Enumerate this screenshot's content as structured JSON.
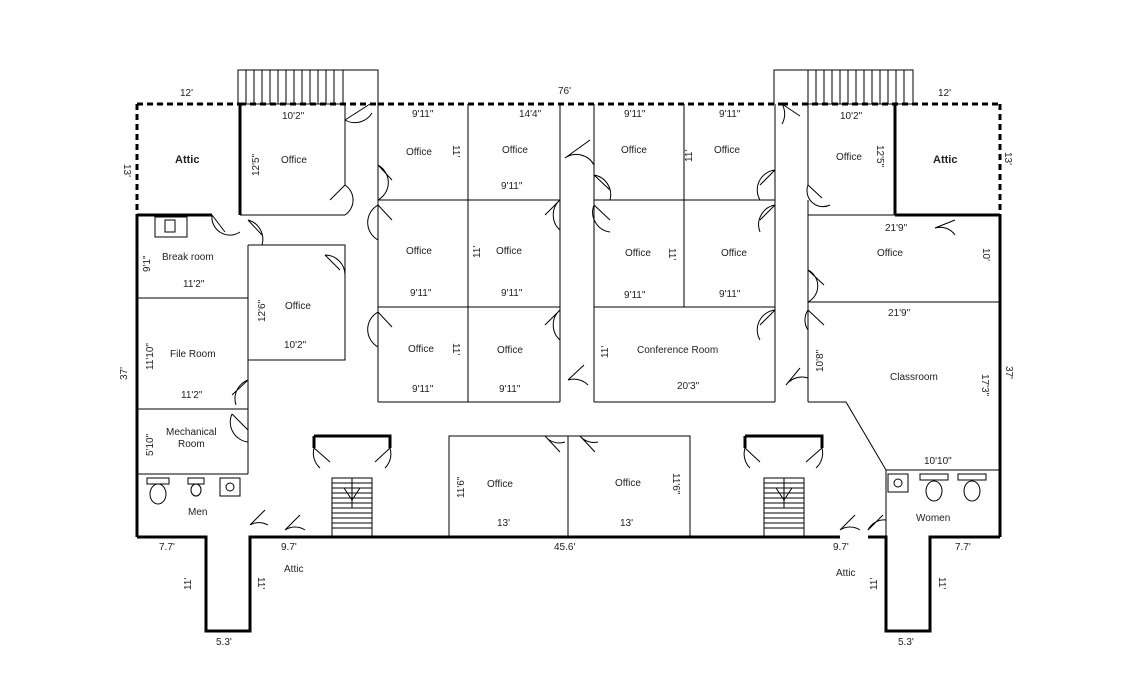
{
  "rooms": {
    "attic_left": "Attic",
    "attic_right": "Attic",
    "office_nw": "Office",
    "office_ne": "Office",
    "office_a1": "Office",
    "office_b1": "Office",
    "office_c1": "Office",
    "office_d1": "Office",
    "office_a2": "Office",
    "office_b2": "Office",
    "office_c2": "Office",
    "office_d2": "Office",
    "office_a3": "Office",
    "office_b3": "Office",
    "conference": "Conference Room",
    "office_east": "Office",
    "classroom": "Classroom",
    "break_room": "Break room",
    "office_west": "Office",
    "file_room": "File Room",
    "mechanical": "Mechanical\nRoom",
    "men": "Men",
    "women": "Women",
    "office_s1": "Office",
    "office_s2": "Office",
    "attic_sw": "Attic",
    "attic_se": "Attic"
  },
  "dims": {
    "top_overall": "76'",
    "left_overall": "37'",
    "right_overall": "37'",
    "attic_left_w": "12'",
    "attic_right_w": "12'",
    "attic_left_h": "13'",
    "attic_right_h": "13'",
    "office_nw_w": "10'2\"",
    "office_nw_h": "12'5\"",
    "office_ne_w": "10'2\"",
    "office_ne_h": "12'5\"",
    "a1_w": "9'11\"",
    "a1_h": "11'",
    "b1_w": "14'4\"",
    "b1_h": "9'11\"",
    "c1_w": "9'11\"",
    "c1_h": "11'",
    "d1_w": "9'11\"",
    "a2_b": "9'11\"",
    "b2_h": "11'",
    "b2_b": "9'11\"",
    "c2_b": "9'11\"",
    "c2_h": "11'",
    "d2_b": "9'11\"",
    "a3_h": "11'",
    "a3_b": "9'11\"",
    "b3_b": "9'11\"",
    "conf_h": "11'",
    "conf_b": "20'3\"",
    "east_w": "21'9\"",
    "east_h": "10'",
    "class_w": "21'9\"",
    "class_h": "17'3\"",
    "class_left_h": "10'8\"",
    "women_w": "10'10\"",
    "break_h": "9'1\"",
    "break_b": "11'2\"",
    "west_h": "12'6\"",
    "west_b": "10'2\"",
    "file_h": "11'10\"",
    "file_b": "11'2\"",
    "mech_h": "5'10\"",
    "s1_h": "11'6\"",
    "s1_b": "13'",
    "s2_b": "13'",
    "s2_h": "11'6\"",
    "bottom_mid": "45.6'",
    "left_wing": "7.7'",
    "right_wing": "7.7'",
    "left_inner": "9.7'",
    "right_inner": "9.7'",
    "sw_attic_h_left": "11'",
    "sw_attic_h_right": "11'",
    "se_attic_h_left": "11'",
    "se_attic_h_right": "11'",
    "sw_attic_w": "5.3'",
    "se_attic_w": "5.3'"
  }
}
